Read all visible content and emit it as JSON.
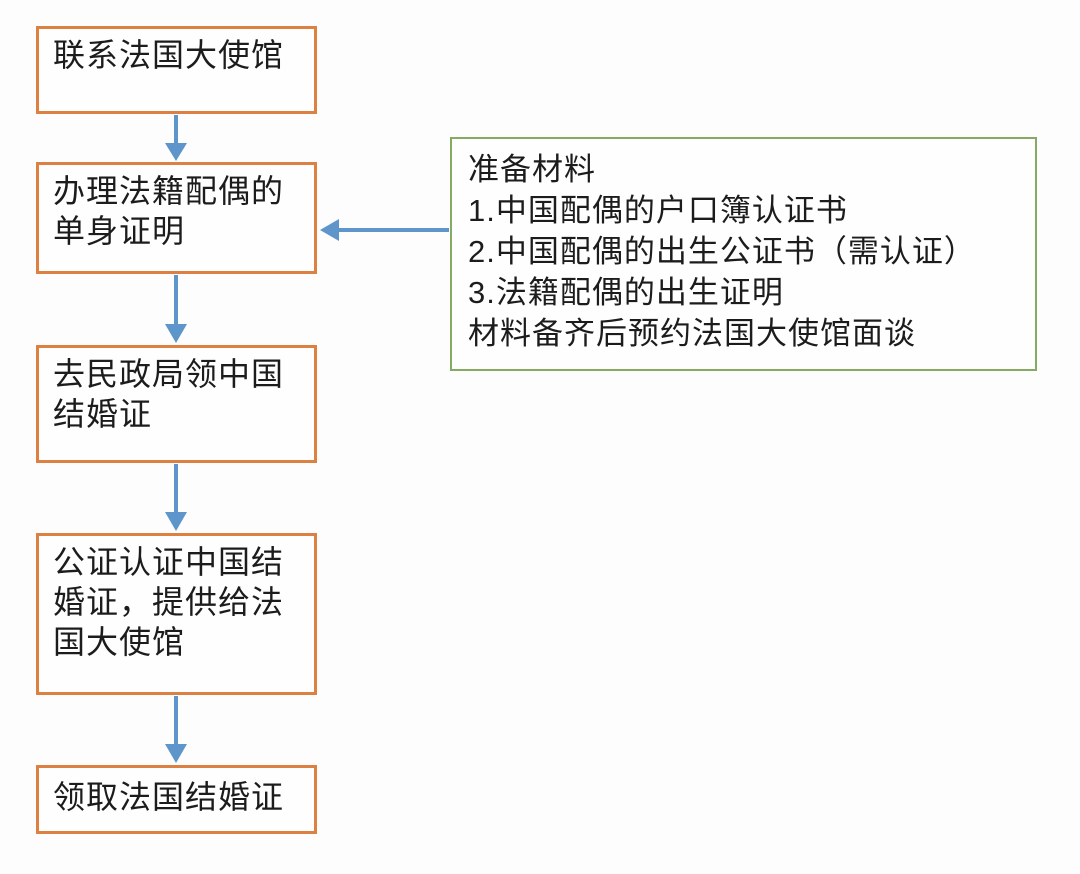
{
  "colors": {
    "accent_orange": "#DD8142",
    "accent_green": "#86AA62",
    "accent_blue": "#5E95CB",
    "text": "#1C1C1C",
    "canvas_bg": "#FDFDFD"
  },
  "flowchart": {
    "steps": [
      {
        "lines": [
          "联系法国大使馆"
        ]
      },
      {
        "lines": [
          "办理法籍配偶的",
          "单身证明"
        ]
      },
      {
        "lines": [
          "去民政局领中国",
          "结婚证"
        ]
      },
      {
        "lines": [
          "公证认证中国结",
          "婚证，提供给法",
          "国大使馆"
        ]
      },
      {
        "lines": [
          "领取法国结婚证"
        ]
      }
    ],
    "note": {
      "lines": [
        "准备材料",
        "1.中国配偶的户口簿认证书",
        "2.中国配偶的出生公证书（需认证）",
        "3.法籍配偶的出生证明",
        "材料备齐后预约法国大使馆面谈"
      ]
    }
  }
}
